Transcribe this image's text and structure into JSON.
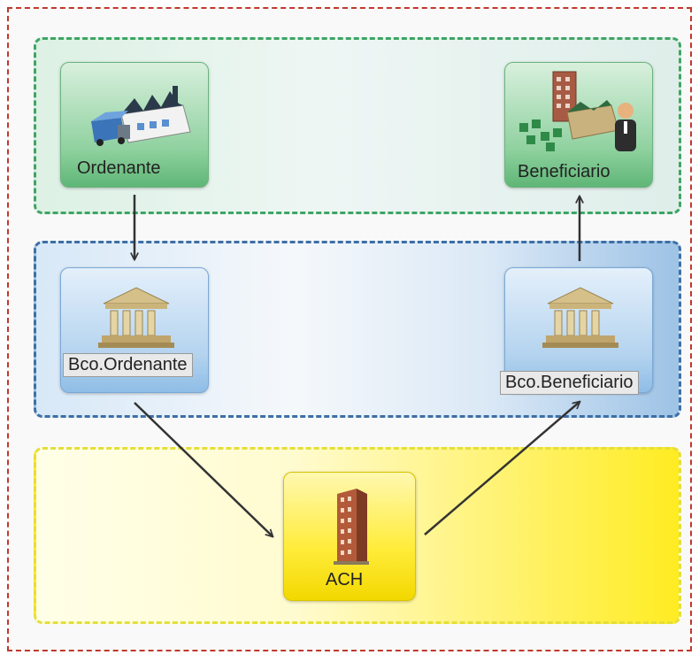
{
  "nodes": {
    "ordenante": {
      "label": "Ordenante",
      "icon": "factory-truck-icon"
    },
    "beneficiario": {
      "label": "Beneficiario",
      "icon": "office-building-person-icon"
    },
    "bco_ordenante": {
      "label": "Bco.Ordenante",
      "icon": "bank-icon"
    },
    "bco_beneficiario": {
      "label": "Bco.Beneficiario",
      "icon": "bank-icon"
    },
    "ach": {
      "label": "ACH",
      "icon": "tower-building-icon"
    }
  },
  "colors": {
    "outer_border": "#c0392b",
    "top_band": "#3fa564",
    "middle_band": "#3d6fa6",
    "bottom_band": "#e4df3a",
    "arrow": "#333333"
  }
}
